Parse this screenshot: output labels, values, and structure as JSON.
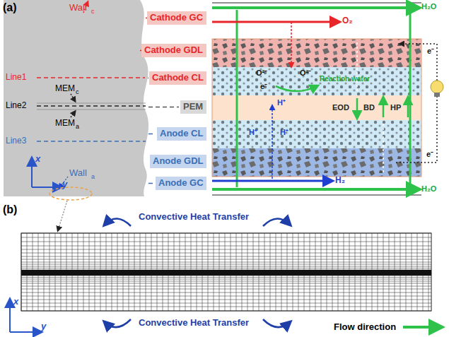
{
  "diagram": {
    "nodes": [
      {
        "text": [
          "Cathode GC"
        ]
      },
      {
        "text": [
          "Cathode GDL"
        ]
      },
      {
        "text": [
          "Cathode CL"
        ]
      },
      {
        "text": [
          "PEM"
        ]
      },
      {
        "text": [
          "Anode CL"
        ]
      },
      {
        "text": [
          "Anode GDL"
        ]
      },
      {
        "text": [
          "Anode GC"
        ]
      }
    ],
    "edges": [],
    "labels": [
      "(a)",
      "Wall",
      "c",
      "Line1",
      "MEM",
      "c",
      "Line2",
      "MEM",
      "a",
      "Line3",
      "x",
      "y",
      "Wall",
      "a",
      "O₂",
      "H₂O",
      "O²⁻",
      "O²⁻",
      "e⁻",
      "Reaction water",
      "H⁺",
      "EOD",
      "BD",
      "HP",
      "H⁺",
      "H⁺",
      "e⁻",
      "e⁻",
      "H₂",
      "H₂O",
      "(b)",
      "Convective Heat Transfer",
      "Convective Heat Transfer",
      "x",
      "y",
      "Flow direction"
    ]
  }
}
